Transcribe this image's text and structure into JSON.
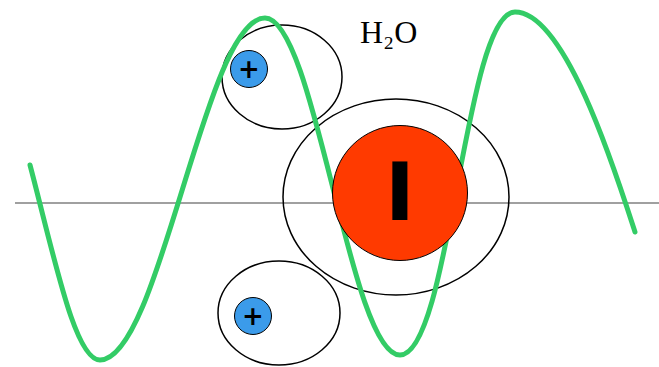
{
  "diagram": {
    "nodes": [
      {
        "text": [
          "+"
        ]
      },
      {
        "text": [
          "I"
        ]
      },
      {
        "text": [
          "+"
        ]
      }
    ],
    "labels": [
      "H₂O"
    ]
  }
}
